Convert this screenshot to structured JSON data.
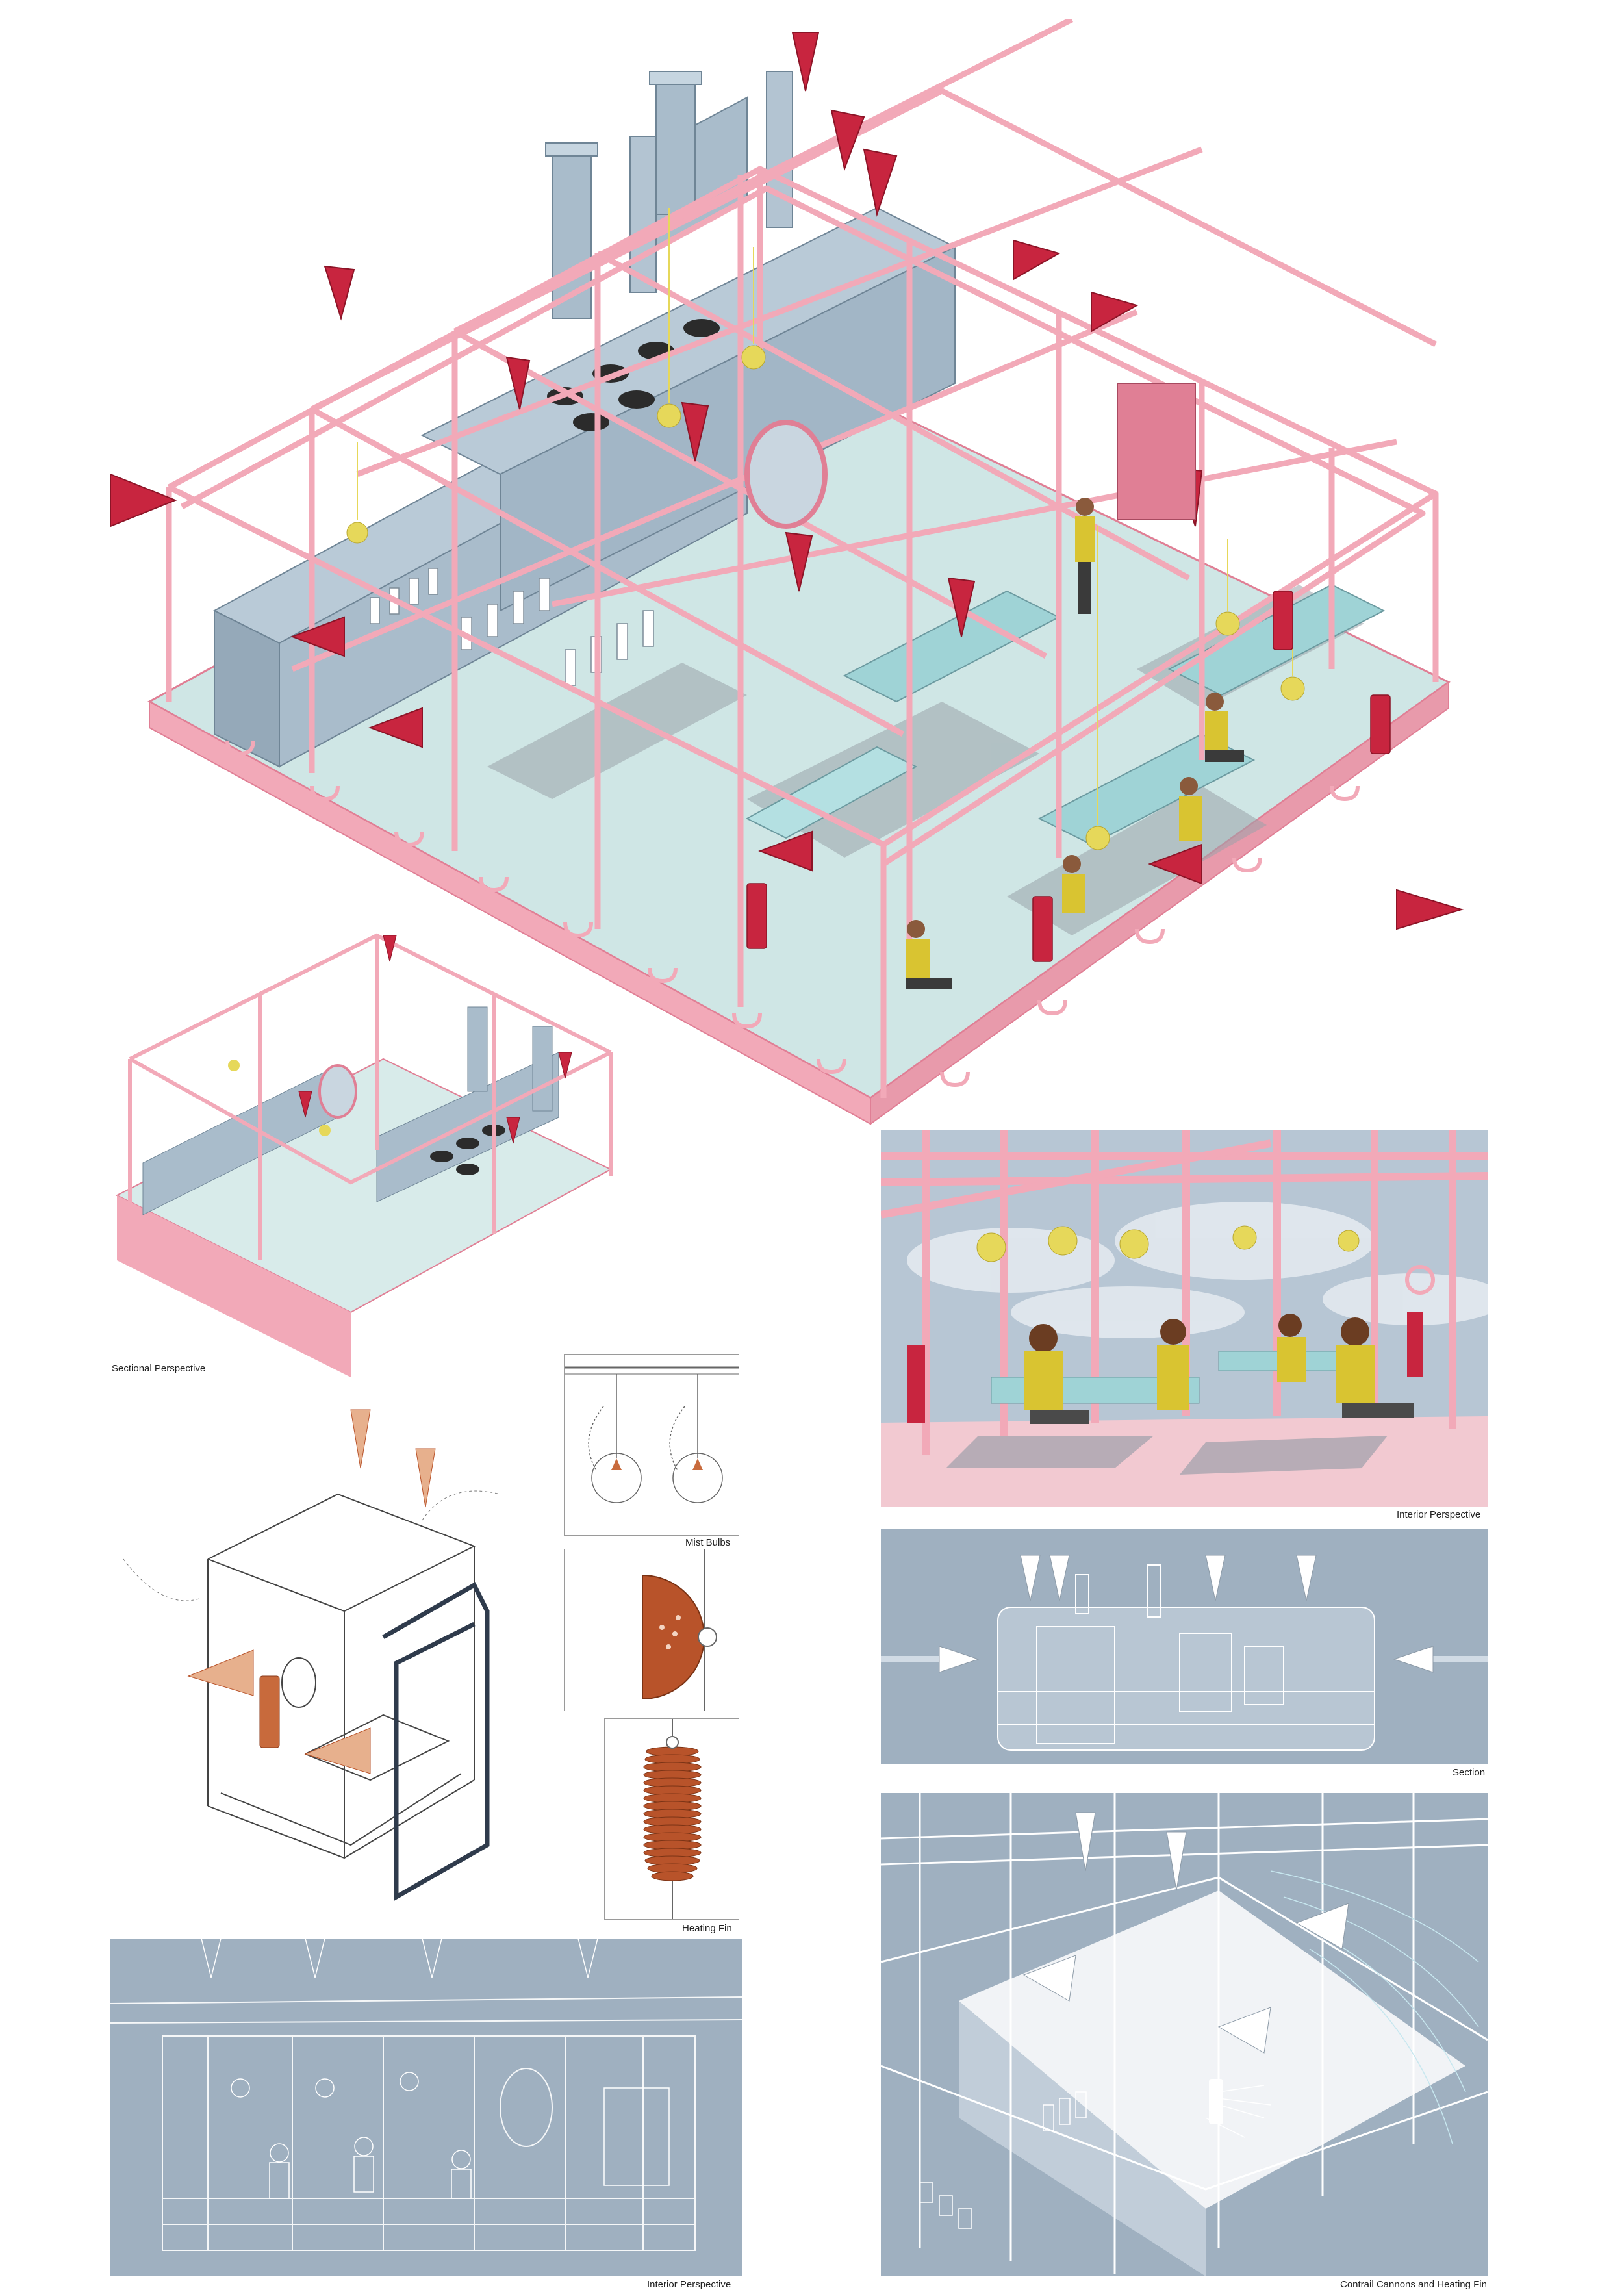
{
  "captions": {
    "sectional_perspective": "Sectional Perspective",
    "mist_bulbs": "Mist Bulbs",
    "heating_fin": "Heating Fin",
    "interior_perspective_color": "Interior Perspective",
    "section": "Section",
    "interior_perspective_sketch": "Interior Perspective",
    "contrail_cannons": "Contrail Cannons  and Heating Fin"
  },
  "colors": {
    "frame_pink": "#f2a9b8",
    "pink_dark": "#e07f95",
    "cone_red": "#c8253f",
    "cone_dark": "#8c1427",
    "equipment_blue": "#a9bccb",
    "floor_mint": "#c9e3e4",
    "bulb_yellow": "#e6d85a",
    "figure_yellow": "#d9c431",
    "fin_orange": "#b8532a",
    "panel_blue": "#9fb0c0",
    "sky_blue": "#b7c6d4"
  }
}
